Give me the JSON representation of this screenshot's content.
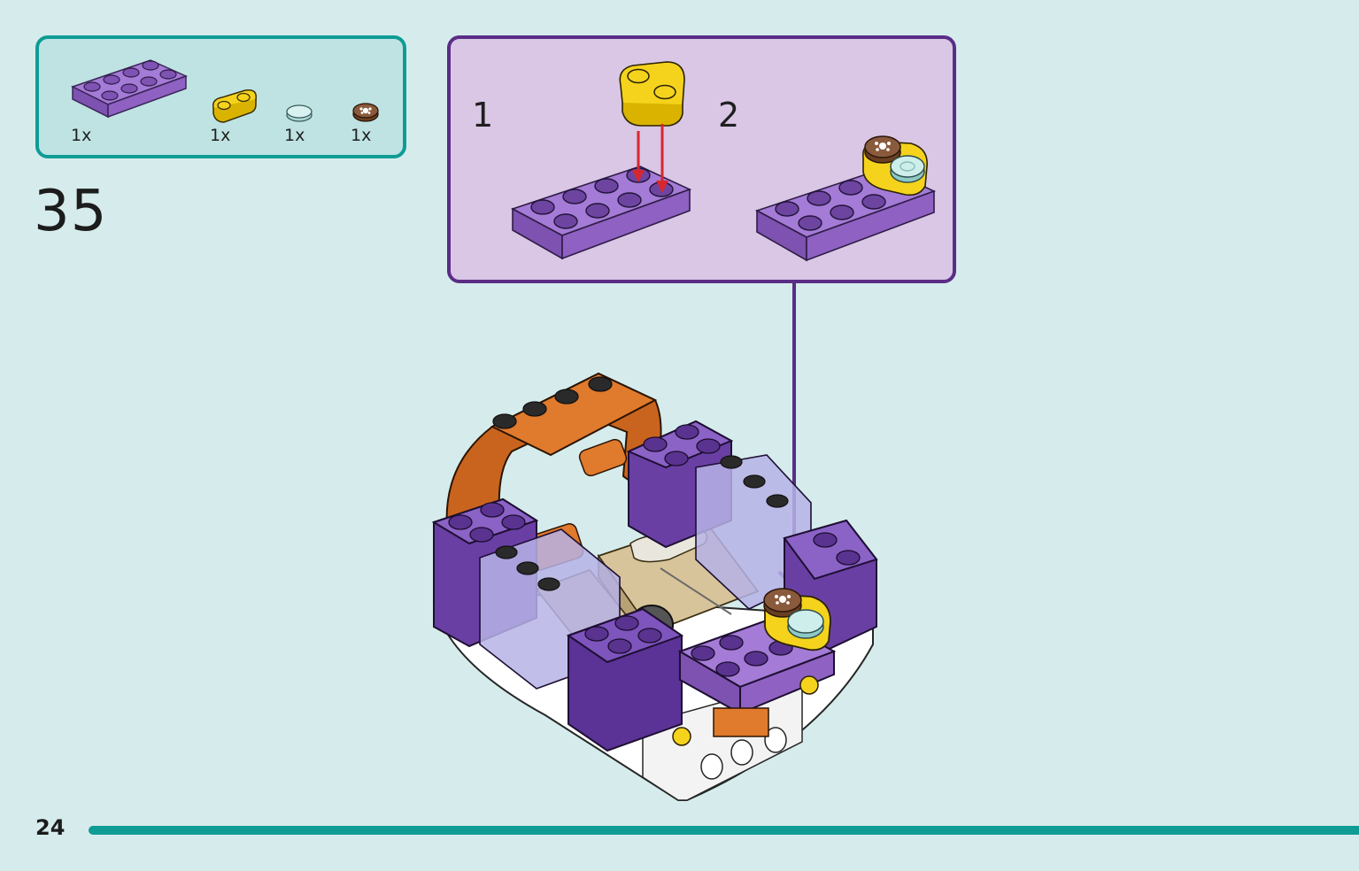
{
  "parts_list": {
    "items": [
      {
        "name": "purple 2x4 plate",
        "qty": "1x",
        "color": "#9b6fd0"
      },
      {
        "name": "yellow 1x2 plate with rounded ends",
        "qty": "1x",
        "color": "#f5d31c"
      },
      {
        "name": "transparent light blue 1x1 round tile",
        "qty": "1x",
        "color": "#bde8e6"
      },
      {
        "name": "brown 1x1 round tile with print",
        "qty": "1x",
        "color": "#8a5a3c"
      }
    ]
  },
  "step": {
    "number": "35"
  },
  "sub_steps": [
    {
      "number": "1"
    },
    {
      "number": "2"
    }
  ],
  "footer": {
    "page_number": "24"
  },
  "colors": {
    "background": "#d6ecec",
    "accent_teal": "#0e9c95",
    "callout_border": "#5a2d86",
    "callout_fill": "#d9c7e5",
    "arrow_red": "#d9262e"
  }
}
